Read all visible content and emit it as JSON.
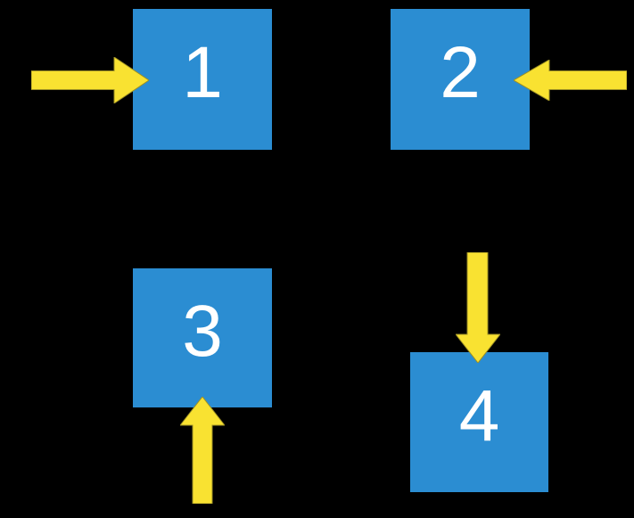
{
  "colors": {
    "background": "#000000",
    "box_fill": "#2b8dd2",
    "arrow_fill": "#f9e231",
    "arrow_edge": "#9c8f25",
    "label": "#ffffff"
  },
  "diagram": {
    "boxes": [
      {
        "label": "1",
        "arrow_icon": "arrow-right-icon",
        "arrow_enters": "left-side"
      },
      {
        "label": "2",
        "arrow_icon": "arrow-left-icon",
        "arrow_enters": "right-side"
      },
      {
        "label": "3",
        "arrow_icon": "arrow-up-icon",
        "arrow_enters": "bottom-side"
      },
      {
        "label": "4",
        "arrow_icon": "arrow-down-icon",
        "arrow_enters": "top-side"
      }
    ]
  }
}
